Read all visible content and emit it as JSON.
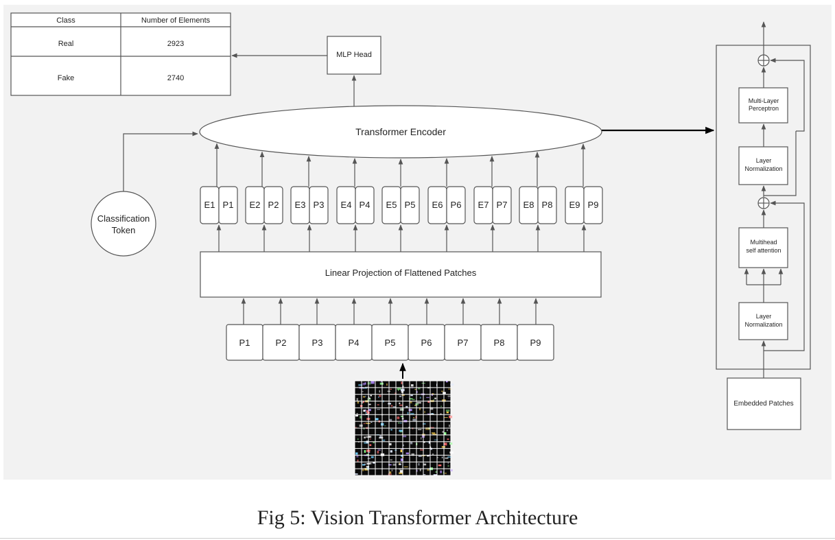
{
  "table": {
    "headers": [
      "Class",
      "Number of Elements"
    ],
    "rows": [
      [
        "Real",
        "2923"
      ],
      [
        "Fake",
        "2740"
      ]
    ]
  },
  "mlp_head": "MLP Head",
  "transformer_encoder": "Transformer Encoder",
  "classification_token": [
    "Classification",
    "Token"
  ],
  "embeddings": [
    {
      "e": "E1",
      "p": "P1"
    },
    {
      "e": "E2",
      "p": "P2"
    },
    {
      "e": "E3",
      "p": "P3"
    },
    {
      "e": "E4",
      "p": "P4"
    },
    {
      "e": "E5",
      "p": "P5"
    },
    {
      "e": "E6",
      "p": "P6"
    },
    {
      "e": "E7",
      "p": "P7"
    },
    {
      "e": "E8",
      "p": "P8"
    },
    {
      "e": "E9",
      "p": "P9"
    }
  ],
  "linear_projection": "Linear Projection of Flattened Patches",
  "patches": [
    "P1",
    "P2",
    "P3",
    "P4",
    "P5",
    "P6",
    "P7",
    "P8",
    "P9"
  ],
  "encoder_detail": {
    "mlp": [
      "Multi-Layer",
      "Perceptron"
    ],
    "layer_norm_top": [
      "Layer",
      "Normalization"
    ],
    "attention": [
      "Multihead",
      "self attention"
    ],
    "layer_norm_bottom": [
      "Layer",
      "Normalization"
    ],
    "embedded_patches": "Embedded Patches"
  },
  "caption": "Fig 5: Vision Transformer Architecture",
  "colors": {
    "background": "#f2f2f2",
    "stroke": "#555555",
    "arrow": "#000000"
  }
}
